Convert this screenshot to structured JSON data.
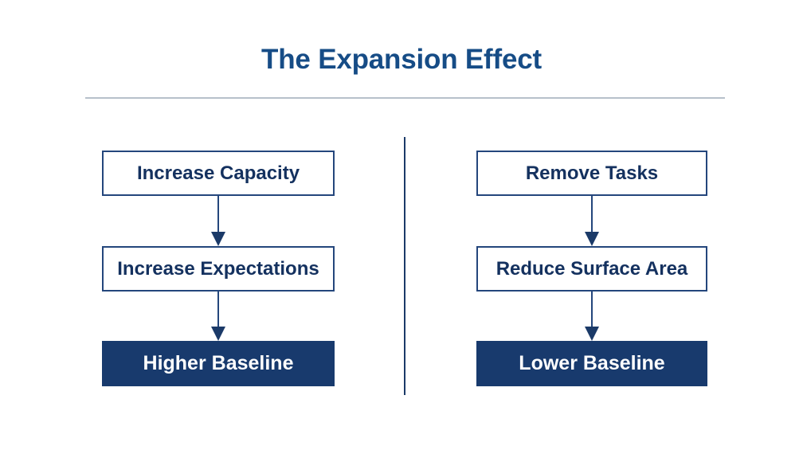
{
  "slide": {
    "title": "The Expansion Effect",
    "background_color": "#ffffff",
    "title_color": "#164c86",
    "rule_color": "#b7c0cb",
    "divider_color": "#1b3a68"
  },
  "colors": {
    "navy_fill": "#183a6d",
    "navy_border": "#24467c",
    "navy_text": "#14315f",
    "white_text": "#ffffff"
  },
  "diagram": {
    "type": "two-column-flow",
    "columns": [
      {
        "name": "left",
        "steps": [
          {
            "label": "Increase Capacity",
            "style": "outlined"
          },
          {
            "label": "Increase Expectations",
            "style": "outlined"
          },
          {
            "label": "Higher Baseline",
            "style": "filled"
          }
        ]
      },
      {
        "name": "right",
        "steps": [
          {
            "label": "Remove Tasks",
            "style": "outlined"
          },
          {
            "label": "Reduce Surface Area",
            "style": "outlined"
          },
          {
            "label": "Lower Baseline",
            "style": "filled"
          }
        ]
      }
    ]
  }
}
